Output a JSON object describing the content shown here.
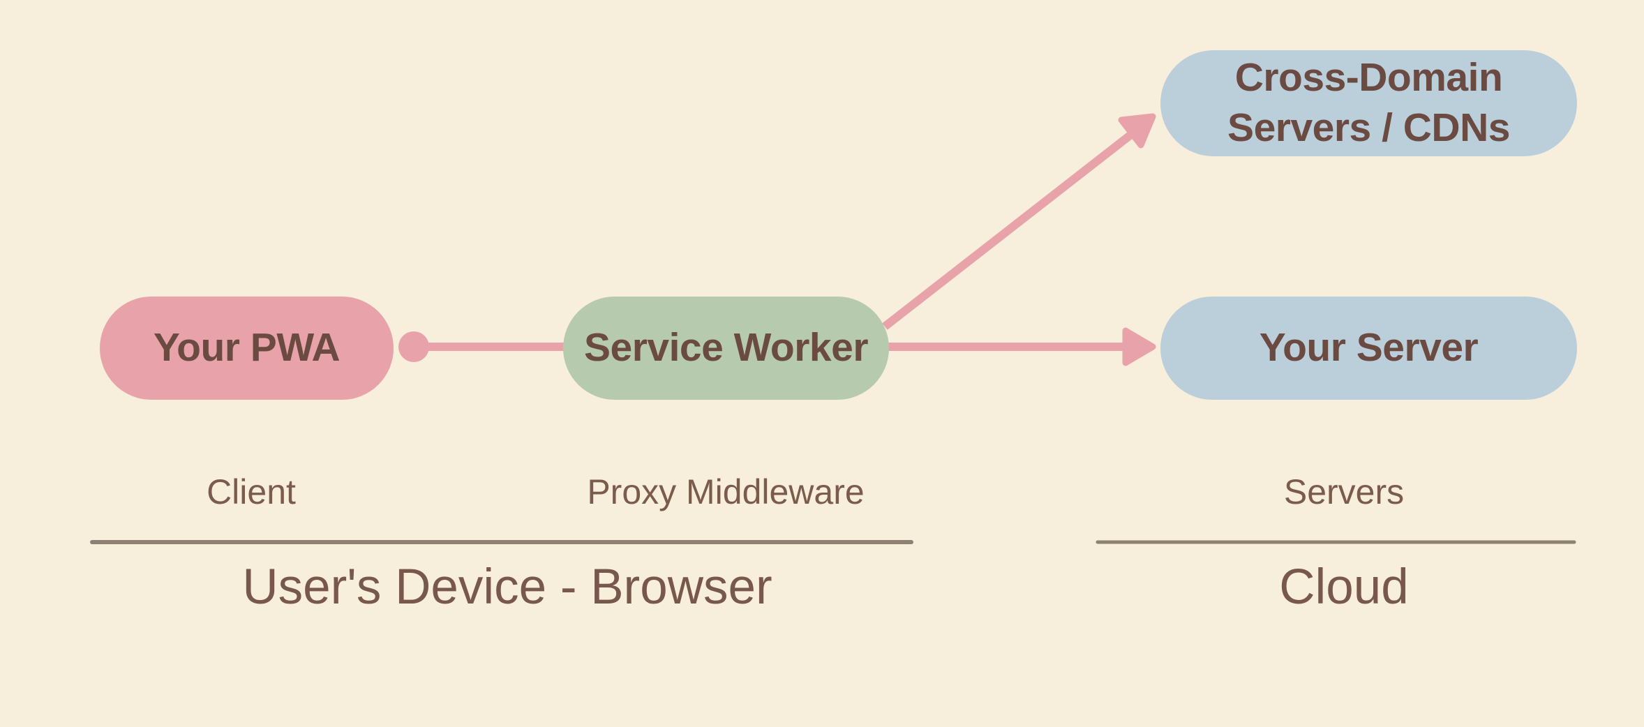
{
  "canvas": {
    "background": "#F8EEDC"
  },
  "palette": {
    "node_pink": "#E8A3AA",
    "node_green": "#B6CBAE",
    "node_blue": "#BACFDA",
    "connector_pink": "#E8A3AA",
    "node_text": "#6B4A42",
    "label_text": "#7B5B4B",
    "divider": "#8E8174"
  },
  "nodes": {
    "your_pwa": {
      "label": "Your PWA"
    },
    "service_worker": {
      "label": "Service Worker"
    },
    "cross_domain": {
      "line1": "Cross-Domain",
      "line2": "Servers / CDNs"
    },
    "your_server": {
      "label": "Your Server"
    }
  },
  "labels": {
    "client": "Client",
    "proxy_middleware": "Proxy Middleware",
    "servers": "Servers",
    "users_device": "User's Device - Browser",
    "cloud": "Cloud"
  }
}
